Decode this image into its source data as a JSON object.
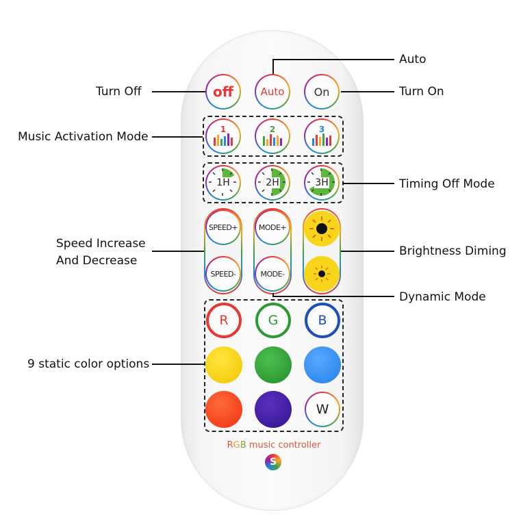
{
  "callouts": {
    "auto": "Auto",
    "turn_off": "Turn Off",
    "turn_on": "Turn On",
    "music_mode": "Music Activation Mode",
    "timing_off": "Timing Off Mode",
    "speed_line1": "Speed Increase",
    "speed_line2": "And Decrease",
    "brightness": "Brightness Diming",
    "dynamic": "Dynamic Mode",
    "static_colors": "9 static color options"
  },
  "buttons": {
    "off": "off",
    "auto": "Auto",
    "on": "On",
    "music": [
      "1",
      "2",
      "3"
    ],
    "timer": [
      "1H",
      "2H",
      "3H"
    ],
    "speed_up": "SPEED+",
    "speed_down": "SPEED-",
    "mode_up": "MODE+",
    "mode_down": "MODE-",
    "r": "R",
    "g": "G",
    "b": "B",
    "w": "W"
  },
  "brand": {
    "prefix": "RGB",
    "suffix": " music controller",
    "logo_letter": "S"
  },
  "colors": {
    "red": "#e53935",
    "green": "#2e9a34",
    "blue": "#1e4fb5",
    "yellow": "#f7d51a",
    "sky": "#2f8ef0",
    "orange": "#ff3d12",
    "indigo": "#3b1a9a"
  }
}
